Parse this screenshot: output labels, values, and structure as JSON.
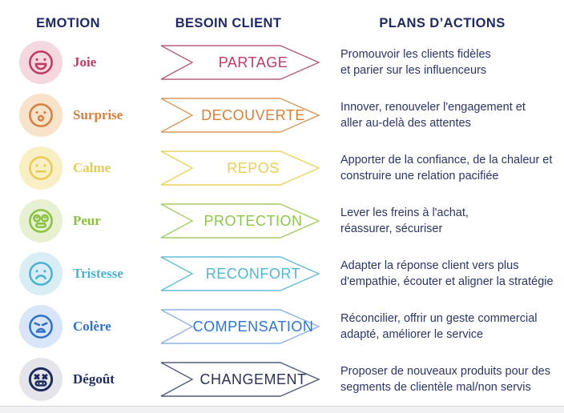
{
  "headers": {
    "emotion": "EMOTION",
    "besoin": "BESOIN CLIENT",
    "plans": "PLANS D’ACTIONS"
  },
  "header_color": "#1e2a63",
  "plan_text_color": "#2b3566",
  "rows": [
    {
      "emotion": "Joie",
      "need": "PARTAGE",
      "icon": "joy-smiley-icon",
      "plan_lines": [
        "Promouvoir les clients fidèles",
        "et parier sur les influenceurs"
      ],
      "colors": {
        "main": "#c13a64",
        "bg": "#f4d7df",
        "arrow_outline": "#b5607a",
        "arrow_text": "#c13a64"
      }
    },
    {
      "emotion": "Surprise",
      "need": "DECOUVERTE",
      "icon": "surprised-face-icon",
      "plan_lines": [
        "Innover, renouveler l'engagement et",
        "aller au-delà des attentes"
      ],
      "colors": {
        "main": "#d87f3d",
        "bg": "#f8e2ca",
        "arrow_outline": "#d79a5c",
        "arrow_text": "#d87f3b"
      }
    },
    {
      "emotion": "Calme",
      "need": "REPOS",
      "icon": "neutral-face-icon",
      "plan_lines": [
        "Apporter de la confiance, de la chaleur et",
        "construire une relation pacifiée"
      ],
      "colors": {
        "main": "#e7cc51",
        "bg": "#f8efc4",
        "arrow_outline": "#ecd45e",
        "arrow_text": "#ecd052"
      }
    },
    {
      "emotion": "Peur",
      "need": "PROTECTION",
      "icon": "fear-face-icon",
      "plan_lines": [
        "Lever les freins à l'achat,",
        "réassurer, sécuriser"
      ],
      "colors": {
        "main": "#8bc043",
        "bg": "#e7f1d1",
        "arrow_outline": "#a5ce62",
        "arrow_text": "#8ec64a"
      }
    },
    {
      "emotion": "Tristesse",
      "need": "RECONFORT",
      "icon": "sad-face-icon",
      "plan_lines": [
        "Adapter la réponse client vers plus",
        "d'empathie, écouter et aligner la stratégie"
      ],
      "colors": {
        "main": "#4bb2d2",
        "bg": "#d9edf4",
        "arrow_outline": "#62bdd8",
        "arrow_text": "#4db6d6"
      }
    },
    {
      "emotion": "Colère",
      "need": "COMPENSATION",
      "icon": "angry-face-icon",
      "plan_lines": [
        "Réconcilier, offrir un geste commercial",
        "adapté, améliorer le service"
      ],
      "colors": {
        "main": "#2d72cd",
        "bg": "#d9e6f9",
        "arrow_outline": "#8fb2e2",
        "arrow_text": "#2d74d4"
      }
    },
    {
      "emotion": "Dégoût",
      "need": "CHANGEMENT",
      "icon": "disgust-face-icon",
      "plan_lines": [
        "Proposer de nouveaux produits pour des",
        "segments de clientèle mal/non servis"
      ],
      "colors": {
        "main": "#1e2b5e",
        "bg": "#e4e5ea",
        "arrow_outline": "#525d7a",
        "arrow_text": "#2a3256"
      }
    }
  ]
}
